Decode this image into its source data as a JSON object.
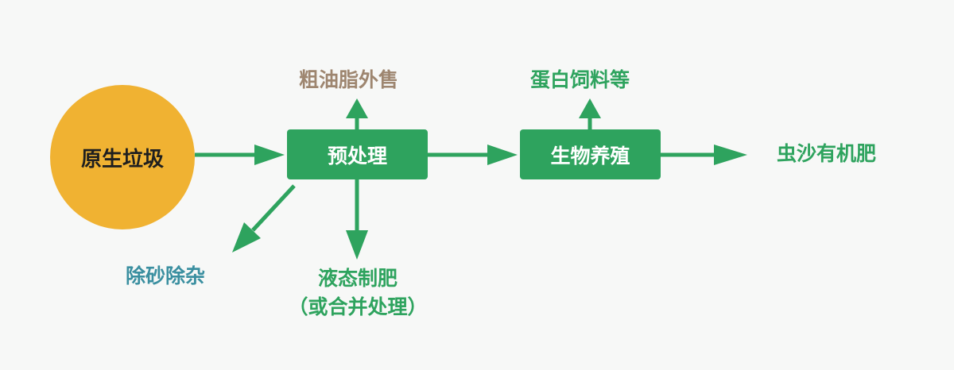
{
  "nodes": {
    "raw_waste": "原生垃圾",
    "pretreatment": "预处理",
    "bio_breeding": "生物养殖"
  },
  "outputs": {
    "crude_oil": "粗油脂外售",
    "protein_feed": "蛋白饲料等",
    "frass_fertilizer": "虫沙有机肥",
    "sand_removal": "除砂除杂",
    "liquid_fertilizer_line1": "液态制肥",
    "liquid_fertilizer_line2": "（或合并处理）"
  },
  "colors": {
    "circle_fill": "#f0b232",
    "box_fill": "#2ea35e",
    "arrow": "#2ea35e",
    "oil_text": "#9e8670",
    "sand_text": "#3a8fa0",
    "green_text": "#2ea35e"
  }
}
